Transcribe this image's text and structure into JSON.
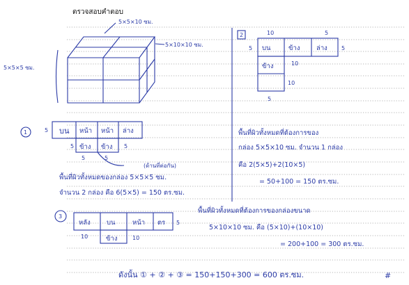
{
  "header": {
    "title": "ตรวจสอบคำตอบ"
  },
  "colors": {
    "ink": "#2a3aa6",
    "rule": "#9a9a9a",
    "paper": "#ffffff"
  },
  "box_sketch": {
    "top_label": "5×5×10 ซม.",
    "right_label": "5×10×10 ซม.",
    "left_label": "5×5×5 ซม."
  },
  "part1": {
    "marker": "1",
    "dims": [
      "5",
      "5",
      "5",
      "5",
      "5"
    ],
    "row1": [
      "บน",
      "หน้า",
      "หน้า",
      "ล่าง"
    ],
    "row2": [
      "ข้าง",
      "ข้าง"
    ],
    "bracket_note": "(ด้านที่ต่อกัน)",
    "line1": "พื้นที่ผิวทั้งหมดของกล่อง 5×5×5 ซม.",
    "line2": "จำนวน 2 กล่อง คือ 6(5×5) = 150 ตร.ซม."
  },
  "part2": {
    "marker": "2",
    "dims": [
      "10",
      "5",
      "5",
      "5",
      "10",
      "10",
      "5"
    ],
    "row1": [
      "บน",
      "ข้าง",
      "ล่าง"
    ],
    "row2": [
      "ข้าง"
    ],
    "lines": [
      "พื้นที่ผิวทั้งหมดที่ต้องการของ",
      "กล่อง 5×5×10 ซม. จำนวน 1 กล่อง",
      "คือ 2(5×5)+2(10×5)",
      "= 50+100 = 150 ตร.ซม."
    ]
  },
  "part3": {
    "marker": "3",
    "dims": [
      "10",
      "5",
      "10"
    ],
    "row1": [
      "หลัง",
      "บน",
      "หน้า",
      "ตร"
    ],
    "row2": [
      "ข้าง"
    ],
    "lines": [
      "พื้นที่ผิวทั้งหมดที่ต้องการของกล่องขนาด",
      "5×10×10 ซม. คือ (5×10)+(10×10)",
      "= 200+100 = 300 ตร.ซม."
    ]
  },
  "total": {
    "line": "ดังนั้น ① + ② + ③ = 150+150+300 = 600 ตร.ซม.",
    "end_mark": "#"
  }
}
